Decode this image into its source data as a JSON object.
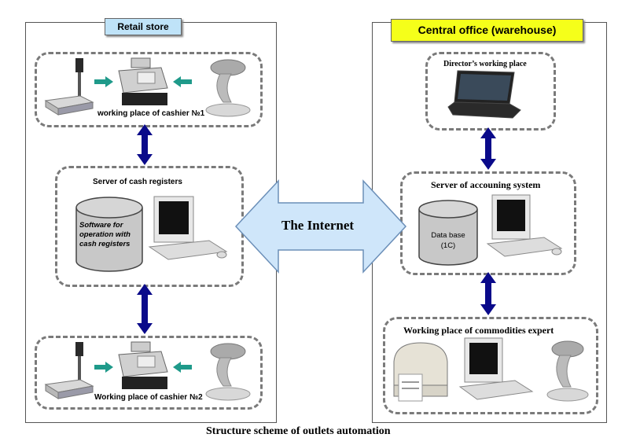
{
  "left_panel": {
    "title": "Retail store",
    "title_bg": "#bfe3f8"
  },
  "right_panel": {
    "title": "Central office (warehouse)",
    "title_bg": "#f5ff1a"
  },
  "cashier1": {
    "label": "working place of cashier №1"
  },
  "cash_server": {
    "label": "Server of cash registers",
    "db_text": "Software for operation with cash registers"
  },
  "cashier2": {
    "label": "Working place of cashier №2"
  },
  "director": {
    "label": "Director’s working place"
  },
  "acc_server": {
    "label": "Server of accouning system",
    "db_text": "Data base (1C)"
  },
  "expert": {
    "label": "Working place of commodities expert"
  },
  "internet": {
    "label": "The Internet"
  },
  "caption": "Structure scheme of outlets automation",
  "colors": {
    "arrow_dark": "#0a0a8a",
    "arrow_teal": "#1f9a8a",
    "internet_fill": "#cfe6fa",
    "dash": "#7a7a7a"
  }
}
